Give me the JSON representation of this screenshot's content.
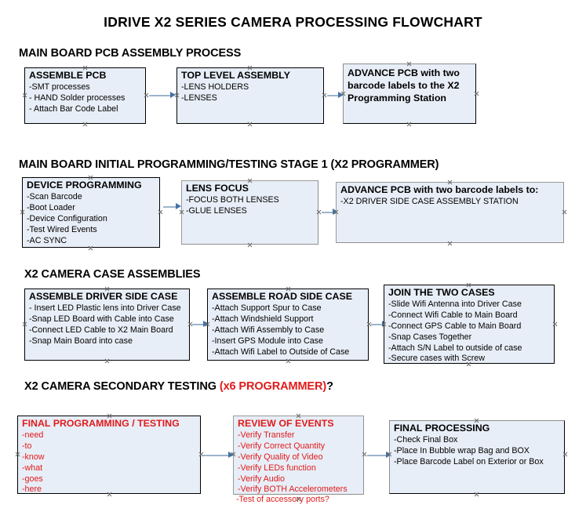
{
  "document": {
    "title": "IDRIVE X2  SERIES CAMERA PROCESSING FLOWCHART",
    "accent_color": "#e01b1b",
    "box_fill": "#e8eef7",
    "arrow_color": "#4472a8"
  },
  "sections": [
    {
      "id": "main-board-pcb-assembly-process",
      "title": "MAIN BOARD PCB ASSEMBLY PROCESS",
      "title_accent": "",
      "title_tail": "",
      "nodes": [
        {
          "id": "assemble-pcb",
          "title": "ASSEMBLE PCB",
          "lines": [
            "-SMT processes",
            "- HAND Solder processes",
            "- Attach Bar Code Label"
          ]
        },
        {
          "id": "top-level-assembly",
          "title": "TOP LEVEL ASSEMBLY",
          "lines": [
            "-LENS HOLDERS",
            "-LENSES"
          ]
        },
        {
          "id": "advance-pcb-to-x2-programming-station",
          "title": "ADVANCE PCB with two barcode labels to the  X2 Programming Station",
          "lines": []
        }
      ]
    },
    {
      "id": "main-board-initial-programming-testing-stage-1",
      "title": "MAIN BOARD INITIAL PROGRAMMING/TESTING STAGE 1 (X2 PROGRAMMER)",
      "title_accent": "",
      "title_tail": "",
      "nodes": [
        {
          "id": "device-programming",
          "title": "DEVICE PROGRAMMING",
          "lines": [
            "-Scan Barcode",
            "-Boot Loader",
            "-Device Configuration",
            "-Test Wired Events",
            "-AC SYNC"
          ]
        },
        {
          "id": "lens-focus",
          "title": "LENS FOCUS",
          "lines": [
            "-FOCUS BOTH LENSES",
            "-GLUE LENSES"
          ]
        },
        {
          "id": "advance-pcb-to-driver-side-case-assembly",
          "title": "ADVANCE PCB with two barcode labels to:",
          "lines": [
            "-X2 DRIVER  SIDE  CASE  ASSEMBLY STATION"
          ]
        }
      ]
    },
    {
      "id": "x2-camera-case-assemblies",
      "title": "X2 CAMERA CASE ASSEMBLIES",
      "title_accent": "",
      "title_tail": "",
      "nodes": [
        {
          "id": "assemble-driver-side-case",
          "title": "ASSEMBLE DRIVER SIDE CASE",
          "lines": [
            "- Insert LED Plastic lens into Driver Case",
            "-Snap LED Board with Cable into Case",
            "-Connect LED Cable to X2 Main Board",
            "-Snap Main Board into case"
          ]
        },
        {
          "id": "assemble-road-side-case",
          "title": "ASSEMBLE ROAD SIDE CASE",
          "lines": [
            "-Attach Support Spur to Case",
            "-Attach Windshield Support",
            "-Attach Wifi Assembly to Case",
            "-Insert GPS Module into Case",
            "-Attach Wifi Label to Outside of Case"
          ]
        },
        {
          "id": "join-the-two-cases",
          "title": "JOIN THE TWO CASES",
          "lines": [
            "-Slide Wifi Antenna into Driver Case",
            "-Connect Wifi Cable to Main Board",
            "-Connect GPS Cable to Main Board",
            "-Snap Cases Together",
            "-Attach S/N Label to outside of case",
            "-Secure cases with Screw"
          ]
        }
      ]
    },
    {
      "id": "x2-camera-secondary-testing",
      "title": "X2 CAMERA SECONDARY TESTING ",
      "title_accent": "(x6 PROGRAMMER)",
      "title_tail": "?",
      "nodes": [
        {
          "id": "final-programming-testing",
          "title": "FINAL PROGRAMMING / TESTING",
          "lines": [
            "-need",
            "-to",
            "-know",
            "-what",
            "-goes",
            "-here"
          ]
        },
        {
          "id": "review-of-events",
          "title": "REVIEW OF EVENTS",
          "lines": [
            "-Verify Transfer",
            "-Verify Correct Quantity",
            "-Verify Quality of Video",
            "-Verify LEDs function",
            "-Verify Audio",
            "-Verify BOTH Accelerometers"
          ],
          "overflow_line": "-Test of accessory ports?"
        },
        {
          "id": "final-processing",
          "title": "FINAL PROCESSING",
          "lines": [
            " -Check Final Box",
            "-Place In Bubble wrap Bag and BOX",
            "-Place Barcode Label on Exterior or Box"
          ]
        }
      ]
    }
  ]
}
